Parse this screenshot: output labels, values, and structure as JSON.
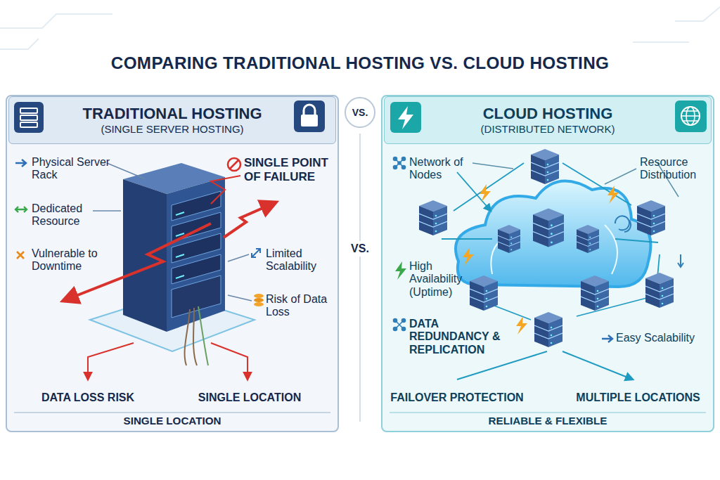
{
  "diagram": {
    "title": "COMPARING TRADITIONAL HOSTING VS. CLOUD HOSTING",
    "nodes": [
      {
        "text": [
          "SINGLE LOCATION"
        ]
      },
      {
        "text": [
          "TRADITIONAL HOSTING",
          "(SINGLE SERVER HOSTING)"
        ],
        "in": 0
      },
      {
        "text": [
          "VS."
        ]
      },
      {
        "text": [
          "RELIABLE & FLEXIBLE"
        ]
      },
      {
        "text": [
          "CLOUD HOSTING",
          "(DISTRIBUTED NETWORK)"
        ],
        "in": 3
      }
    ],
    "labels": [
      "Physical Server Rack",
      "Dedicated Resource",
      "Vulnerable to Downtime",
      "SINGLE POINT OF FAILURE",
      "Limited Scalability",
      "Risk of Data Loss",
      "DATA LOSS RISK",
      "SINGLE LOCATION",
      "VS.",
      "Network of Nodes",
      "Resource Distribution",
      "High Availability (Uptime)",
      "DATA REDUNDANCY & REPLICATION",
      "Easy Scalability",
      "FAILOVER PROTECTION",
      "MULTIPLE LOCATIONS"
    ]
  }
}
